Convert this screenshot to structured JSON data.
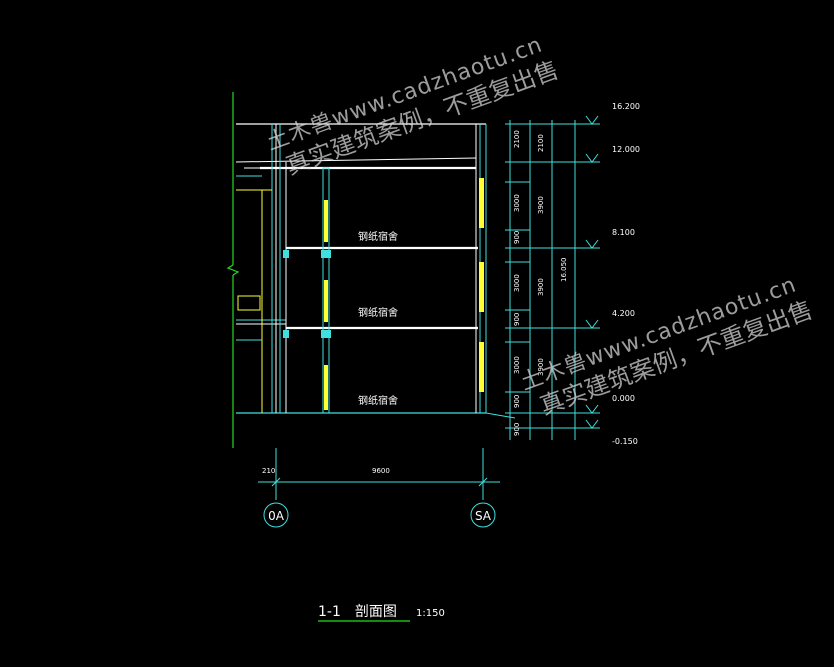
{
  "drawing": {
    "title_label": "1-1　剖面图",
    "scale_label": "1:150",
    "room_label": "钢纸宿舍",
    "grid_bubble_left": "0A",
    "grid_bubble_right": "SA",
    "bottom_dim_small": "210",
    "bottom_dim_main": "9600",
    "elevations": [
      "16.200",
      "12.000",
      "8.100",
      "4.200",
      "0.000",
      "-0.150"
    ],
    "right_total_dim": "16.050",
    "inner_dims": [
      "2100",
      "3000",
      "900",
      "3000",
      "900",
      "3000",
      "900",
      "900"
    ],
    "outer_dims": [
      "2100",
      "3900",
      "3900",
      "3900"
    ]
  },
  "watermark": {
    "line1": "土木兽www.cadzhaotu.cn",
    "line2": "真实建筑案例，不重复出售"
  },
  "colors": {
    "background": "#000000",
    "white": "#ffffff",
    "cyan": "#3fe0e0",
    "yellow": "#ffff33",
    "green": "#22dd22",
    "blue": "#5b8cff"
  }
}
